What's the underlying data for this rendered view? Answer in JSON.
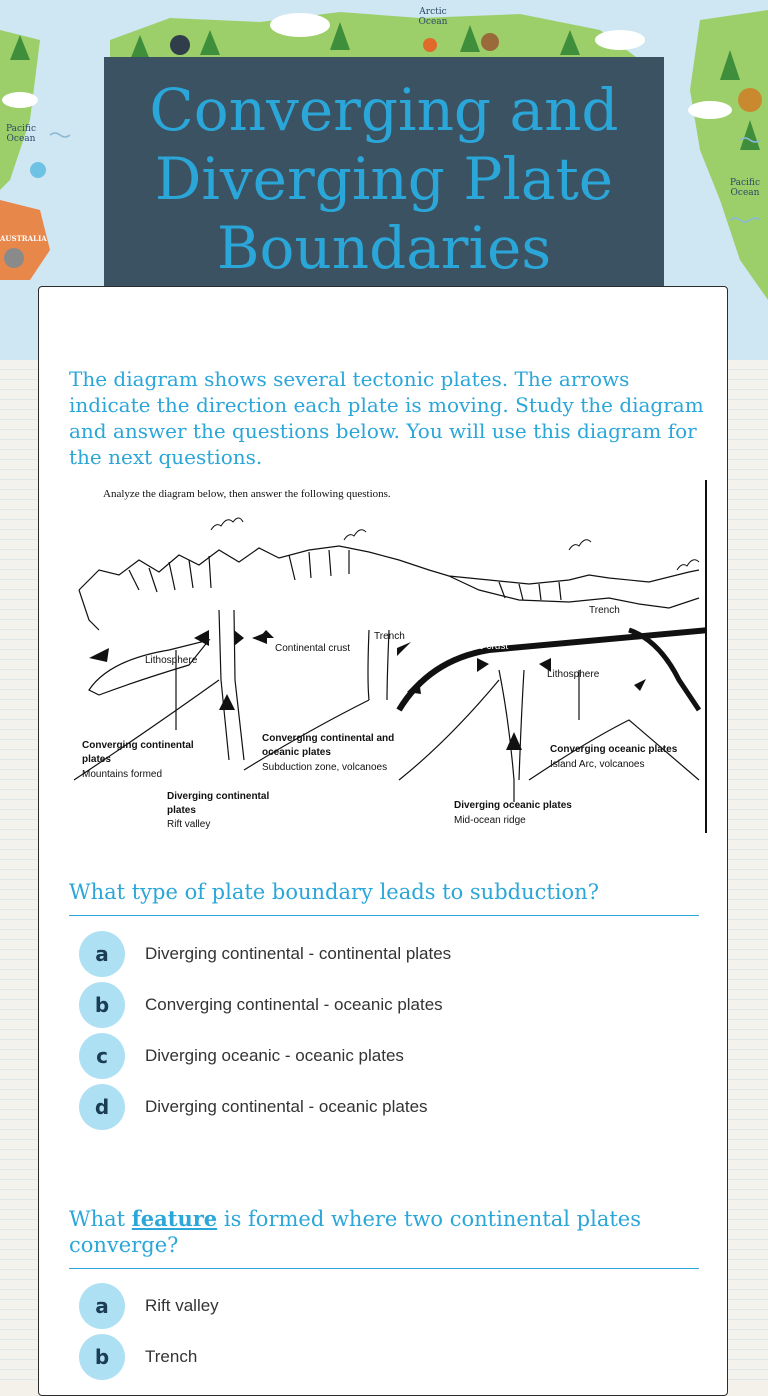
{
  "banner": {
    "ocean_labels": {
      "arctic": "Arctic Ocean",
      "pacific_left": "Pacific Ocean",
      "pacific_right": "Pacific Ocean",
      "australia": "AUSTRALIA"
    }
  },
  "title": "Converging and Diverging Plate Boundaries",
  "intro": "The diagram shows several tectonic plates. The arrows indicate the direction each plate is moving. Study the diagram and answer the questions below. You will use this diagram for the next  questions.",
  "diagram": {
    "instruction": "Analyze the diagram below, then answer the following questions.",
    "labels": {
      "trench_1": "Trench",
      "trench_2": "Trench",
      "continental_crust": "Continental crust",
      "oceanic_crust": "Oceanic crust",
      "lithosphere_left": "Lithosphere",
      "lithosphere_right": "Lithosphere",
      "conv_cont_title_1": "Converging continental",
      "conv_cont_title_2": "plates",
      "conv_cont_sub": "Mountains formed",
      "div_cont_title_1": "Diverging continental",
      "div_cont_title_2": "plates",
      "div_cont_sub": "Rift valley",
      "conv_co_title_1": "Converging continental and",
      "conv_co_title_2": "oceanic plates",
      "conv_co_sub": "Subduction zone, volcanoes",
      "div_oce_title": "Diverging oceanic plates",
      "div_oce_sub": "Mid-ocean ridge",
      "conv_oce_title": "Converging oceanic plates",
      "conv_oce_sub": "Island Arc, volcanoes"
    }
  },
  "questions": [
    {
      "text": "What type of plate boundary leads to subduction?",
      "options": [
        {
          "letter": "a",
          "text": "Diverging continental - continental  plates"
        },
        {
          "letter": "b",
          "text": "Converging continental - oceanic plates"
        },
        {
          "letter": "c",
          "text": "Diverging oceanic - oceanic plates"
        },
        {
          "letter": "d",
          "text": "Diverging continental - oceanic plates"
        }
      ]
    },
    {
      "text_before": "What",
      "link": "feature",
      "text_after": "is formed where two continental plates converge?",
      "options": [
        {
          "letter": "a",
          "text": "Rift valley"
        },
        {
          "letter": "b",
          "text": "Trench"
        }
      ]
    }
  ],
  "colors": {
    "accent": "#2ba6d9",
    "title_box": "#3a5261",
    "badge": "#aee0f4",
    "banner_sky": "#cfe6f3"
  }
}
